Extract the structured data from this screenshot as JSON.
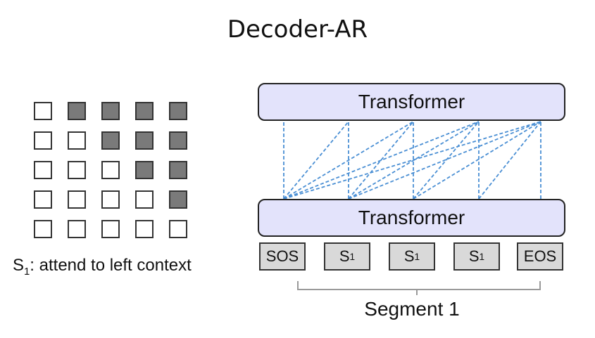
{
  "title": "Decoder-AR",
  "mask_matrix": {
    "rows": 5,
    "cols": 5,
    "masked": [
      [
        0,
        1,
        1,
        1,
        1
      ],
      [
        0,
        0,
        1,
        1,
        1
      ],
      [
        0,
        0,
        0,
        1,
        1
      ],
      [
        0,
        0,
        0,
        0,
        1
      ],
      [
        0,
        0,
        0,
        0,
        0
      ]
    ],
    "caption_base": "S",
    "caption_sub": "1",
    "caption_rest": ": attend to left context"
  },
  "transformer_top_label": "Transformer",
  "transformer_bottom_label": "Transformer",
  "tokens": [
    {
      "base": "SOS",
      "sub": ""
    },
    {
      "base": "S",
      "sub": "1"
    },
    {
      "base": "S",
      "sub": "1"
    },
    {
      "base": "S",
      "sub": "1"
    },
    {
      "base": "EOS",
      "sub": ""
    }
  ],
  "segment_label": "Segment 1",
  "colors": {
    "attention_line": "#4a8fd4",
    "masked_cell": "#7a7a7a",
    "transformer_fill": "#e3e3fb",
    "token_fill": "#d9d9d9",
    "bracket": "#9a9a9a"
  }
}
